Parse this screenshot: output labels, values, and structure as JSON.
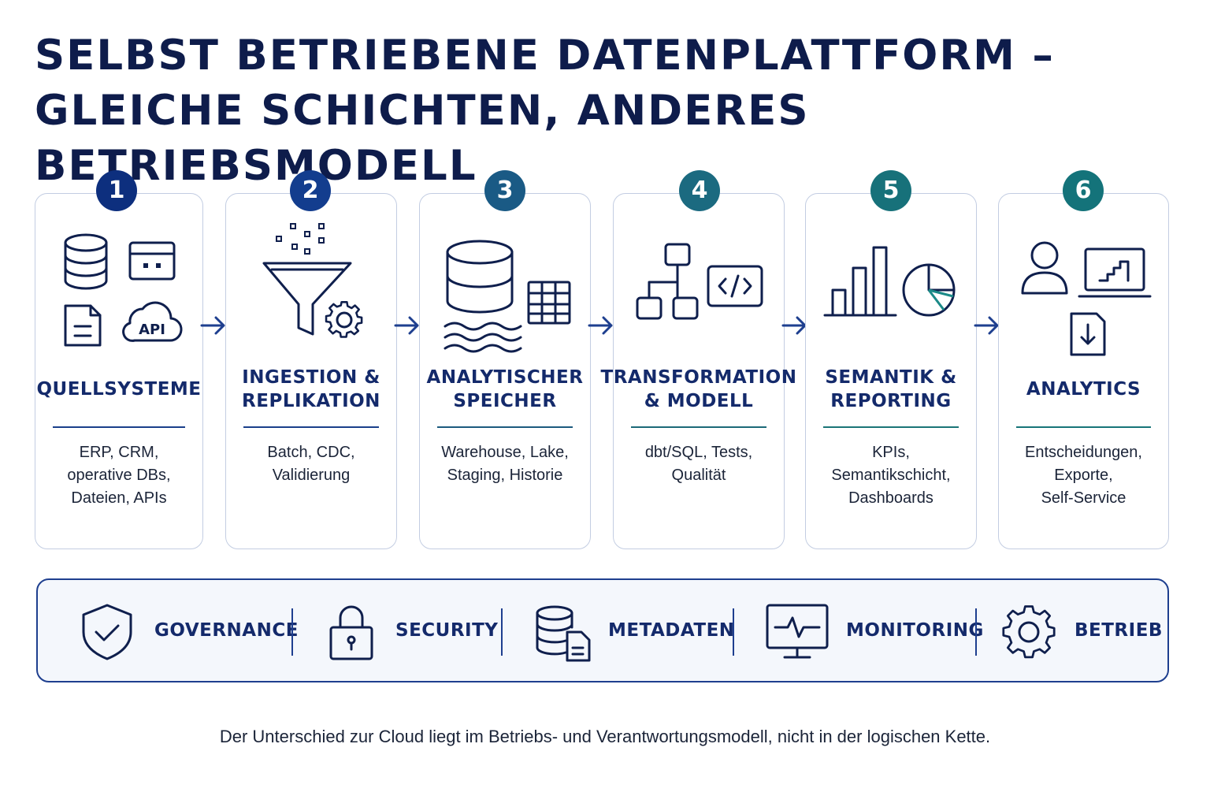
{
  "title": {
    "line1": "SELBST BETRIEBENE DATENPLATTFORM –",
    "line2": "GLEICHE SCHICHTEN, ANDERES BETRIEBSMODELL"
  },
  "steps": [
    {
      "number": "1",
      "title": "QUELLSYSTEME",
      "desc": "ERP, CRM,\noperative DBs,\nDateien, APIs",
      "color": "#0d2f7e",
      "icon_label": "API",
      "icons": [
        "database-icon",
        "window-icon",
        "document-icon",
        "cloud-api-icon"
      ]
    },
    {
      "number": "2",
      "title": "INGESTION &\nREPLIKATION",
      "desc": "Batch, CDC,\nValidierung",
      "color": "#133d8e",
      "icons": [
        "funnel-icon",
        "gear-icon"
      ]
    },
    {
      "number": "3",
      "title": "ANALYTISCHER\nSPEICHER",
      "desc": "Warehouse, Lake,\nStaging, Historie",
      "color": "#1a5a85",
      "icons": [
        "data-lake-icon",
        "table-grid-icon"
      ]
    },
    {
      "number": "4",
      "title": "TRANSFORMATION\n& MODELL",
      "desc": "dbt/SQL, Tests,\nQualität",
      "color": "#1b6a80",
      "icons": [
        "hierarchy-icon",
        "code-icon"
      ]
    },
    {
      "number": "5",
      "title": "SEMANTIK &\nREPORTING",
      "desc": "KPIs,\nSemantikschicht,\nDashboards",
      "color": "#17717a",
      "icons": [
        "bar-chart-icon",
        "pie-chart-icon"
      ]
    },
    {
      "number": "6",
      "title": "ANALYTICS",
      "desc": "Entscheidungen,\nExporte,\nSelf-Service",
      "color": "#14737a",
      "icons": [
        "user-icon",
        "laptop-chart-icon",
        "download-doc-icon"
      ]
    }
  ],
  "features": [
    {
      "label": "GOVERNANCE",
      "icon": "shield-check-icon"
    },
    {
      "label": "SECURITY",
      "icon": "padlock-icon"
    },
    {
      "label": "METADATEN",
      "icon": "database-doc-icon"
    },
    {
      "label": "MONITORING",
      "icon": "monitor-pulse-icon"
    },
    {
      "label": "BETRIEB",
      "icon": "gear-icon"
    }
  ],
  "footer": "Der Unterschied zur Cloud liegt im Betriebs- und Verantwortungsmodell, nicht in der logischen Kette.",
  "colors": {
    "navy": "#0f1f4d",
    "teal": "#1b8a88",
    "band_border": "#1e3f8f"
  }
}
